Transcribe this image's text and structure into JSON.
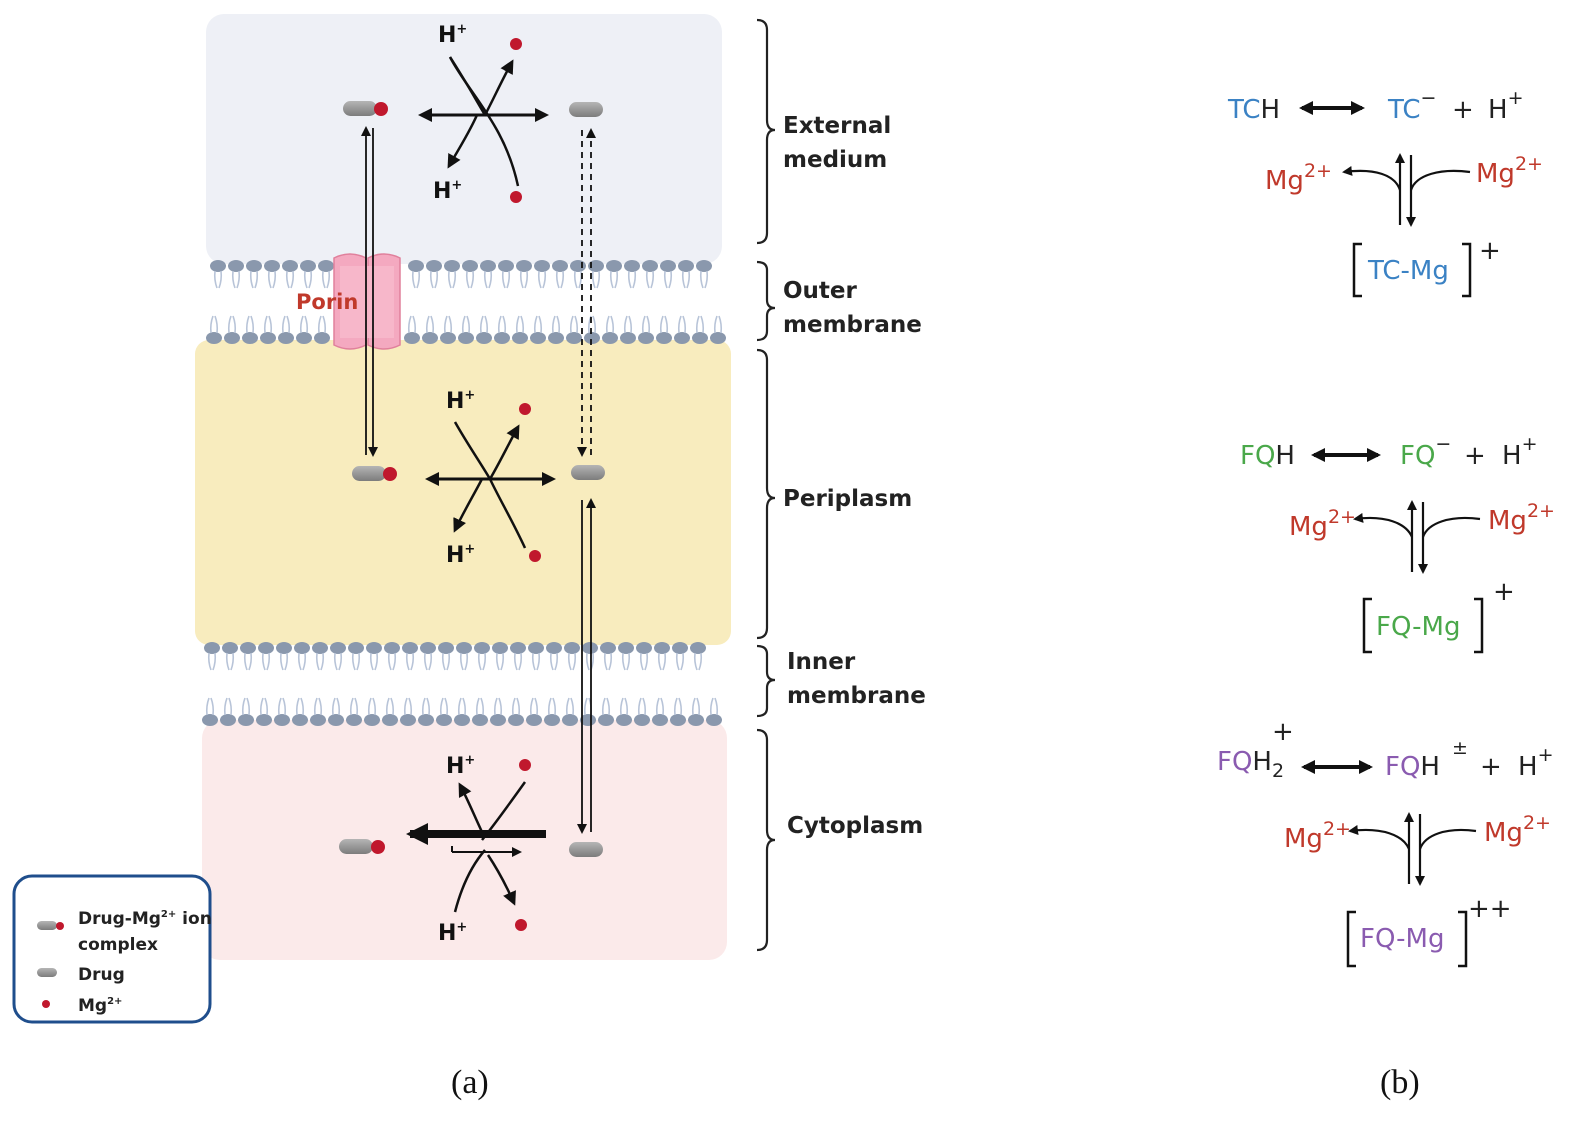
{
  "panel_a": {
    "compartments": [
      {
        "label_line1": "External",
        "label_line2": "medium"
      },
      {
        "label_line1": "Outer",
        "label_line2": "membrane"
      },
      {
        "label_line1": "Periplasm",
        "label_line2": ""
      },
      {
        "label_line1": "Inner",
        "label_line2": "membrane"
      },
      {
        "label_line1": "Cytoplasm",
        "label_line2": ""
      }
    ],
    "proton_label": "H",
    "proton_charge": "+",
    "porin_label": "Porin",
    "legend": {
      "complex_line1": "Drug-Mg",
      "complex_sup": "2+",
      "complex_line1_end": " ion",
      "complex_line2": "complex",
      "drug": "Drug",
      "mg": "Mg",
      "mg_sup": "2+"
    },
    "caption": "(a)"
  },
  "panel_b": {
    "mg_label": "Mg",
    "mg_charge": "2+",
    "plus_sign": "+",
    "h_label": "H",
    "tc": {
      "acid_colored": "TC",
      "acid_h": "H",
      "base": "TC",
      "base_charge": "−",
      "proton_charge": "+",
      "complex": "TC-Mg",
      "complex_charge": "+"
    },
    "fq": {
      "acid_colored": "FQ",
      "acid_h": "H",
      "base": "FQ",
      "base_charge": "−",
      "proton_charge": "+",
      "complex": "FQ-Mg",
      "complex_charge": "+"
    },
    "fqh2": {
      "acid_colored": "FQ",
      "acid_h": "H",
      "acid_sub": "2",
      "acid_charge": "+",
      "base": "FQ",
      "base_h": "H",
      "base_charge": "±",
      "proton_charge": "+",
      "complex": "FQ-Mg",
      "complex_charge": "++"
    },
    "caption": "(b)"
  },
  "colors": {
    "external": "#eef0f6",
    "periplasm": "#f8ecbe",
    "cytoplasm": "#fbeaea",
    "lipid_head": "#8a98ad",
    "mg_dot": "#c0182d",
    "drug": "#8e8e8e",
    "porin": "#f4a9c0",
    "tc_blue": "#3b82c4",
    "fq_green": "#4aa84a",
    "fq_purple": "#8a5bb0",
    "mg_red": "#c0392b"
  }
}
